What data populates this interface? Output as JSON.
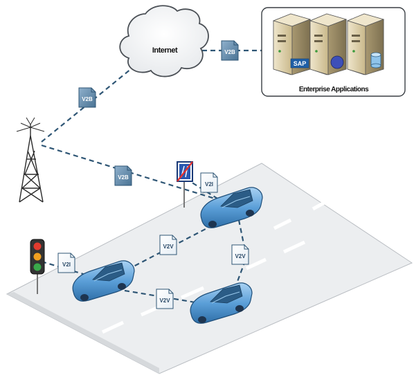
{
  "internet": {
    "label": "Internet"
  },
  "enterprise": {
    "label": "Enterprise Applications",
    "sap_label": "SAP"
  },
  "messages": [
    {
      "label": "V2B"
    },
    {
      "label": "V2B"
    },
    {
      "label": "V2B"
    },
    {
      "label": "V2I"
    },
    {
      "label": "V2V"
    },
    {
      "label": "V2V"
    },
    {
      "label": "V2V"
    },
    {
      "label": "V2I"
    }
  ],
  "colors": {
    "link": "#2f5675",
    "car": "#5b9fd8",
    "road": "#eceef0",
    "tower": "#2a2a2a",
    "server": "#d8c9a0"
  }
}
